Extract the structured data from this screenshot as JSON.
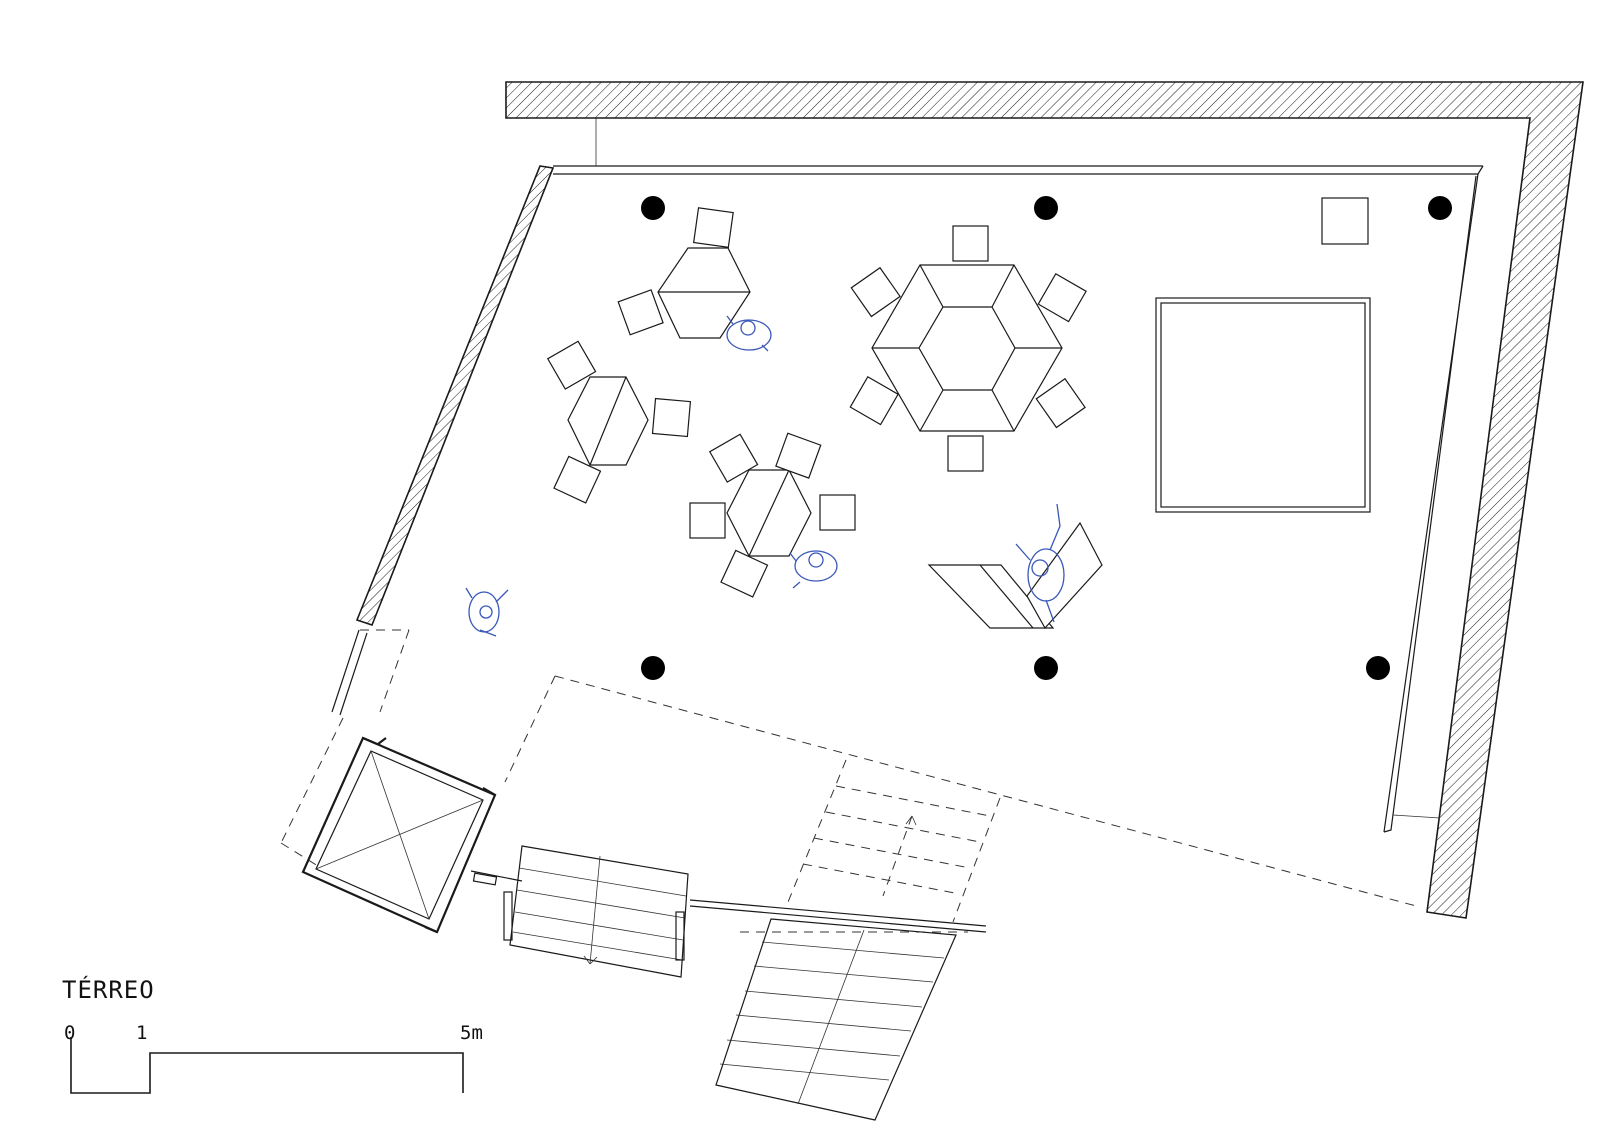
{
  "drawing": {
    "title": "TÉRREO",
    "scale_bar": {
      "tick_labels": [
        "0",
        "1",
        "5m"
      ]
    }
  },
  "colors": {
    "line": "#1a1a1a",
    "people": "#3a58b8",
    "columns": "#000000",
    "background": "#ffffff"
  }
}
